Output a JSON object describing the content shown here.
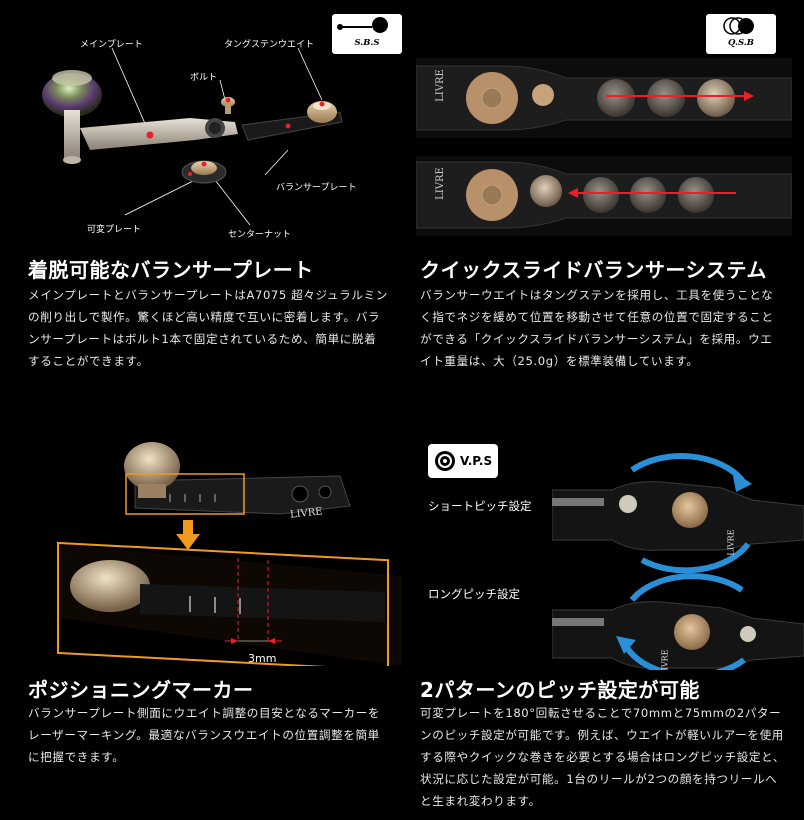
{
  "panels": [
    {
      "heading": "着脱可能なバランサープレート",
      "body": "メインプレートとバランサープレートはA7075 超々ジュラルミンの削り出しで製作。驚くほど高い精度で互いに密着します。バランサープレートはボルト1本で固定されているため、簡単に脱着することができます。",
      "badge": "S.B.S",
      "callouts": {
        "main_plate": "メインプレート",
        "tungsten_weight": "タングステンウエイト",
        "bolt": "ボルト",
        "balancer_plate": "バランサープレート",
        "variable_plate": "可変プレート",
        "center_nut": "センターナット"
      }
    },
    {
      "heading": "クイックスライドバランサーシステム",
      "body": "バランサーウエイトはタングステンを採用し、工具を使うことなく指でネジを緩めて位置を移動させて任意の位置で固定することができる「クイックスライドバランサーシステム」を採用。ウエイト重量は、大（25.0g）を標準装備しています。",
      "badge": "Q.S.B",
      "brand": "LIVRE"
    },
    {
      "heading": "ポジショニングマーカー",
      "body": "バランサープレート側面にウエイト調整の目安となるマーカーをレーザーマーキング。最適なバランスウエイトの位置調整を簡単に把握できます。",
      "brand": "LIVRE",
      "dimension": "3mm"
    },
    {
      "heading": "2パターンのピッチ設定が可能",
      "body": "可変プレートを180°回転させることで70mmと75mmの2パターンのピッチ設定が可能です。例えば、ウエイトが軽いルアーを使用する際やクイックな巻きを必要とする場合はロングピッチ設定と、状況に応じた設定が可能。1台のリールが2つの顔を持つリールへと生まれ変わります。",
      "badge": "V.P.S",
      "short_pitch": "ショートピッチ設定",
      "long_pitch": "ロングピッチ設定",
      "brand": "LIVRE"
    }
  ],
  "colors": {
    "accent_red": "#e8202a",
    "marker_orange": "#f29a1f",
    "rotate_blue": "#2a8fd6",
    "bronze": "#c8a27a"
  }
}
